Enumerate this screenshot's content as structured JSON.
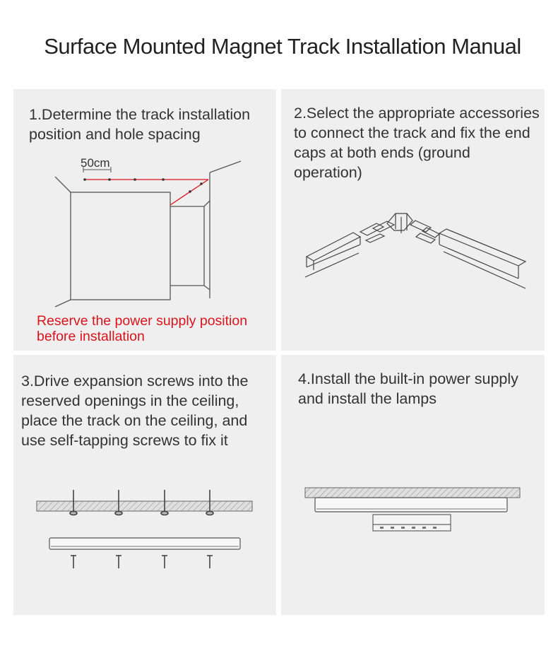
{
  "title": "Surface Mounted Magnet Track Installation Manual",
  "colors": {
    "accent_red": "#d9141c",
    "panel_bg": "#efefef",
    "text": "#333333"
  },
  "steps": [
    {
      "text": "1.Determine the track installation position and hole spacing",
      "measure_label": "50cm",
      "note": "Reserve the power supply position before installation"
    },
    {
      "text": "2.Select the appropriate accessories to connect the track and fix the end caps at both ends (ground operation)"
    },
    {
      "text": "3.Drive expansion screws into the reserved openings in the ceiling, place the track on the ceiling, and use self-tapping screws to fix it"
    },
    {
      "text": "4.Install the built-in power supply and install the lamps"
    }
  ]
}
